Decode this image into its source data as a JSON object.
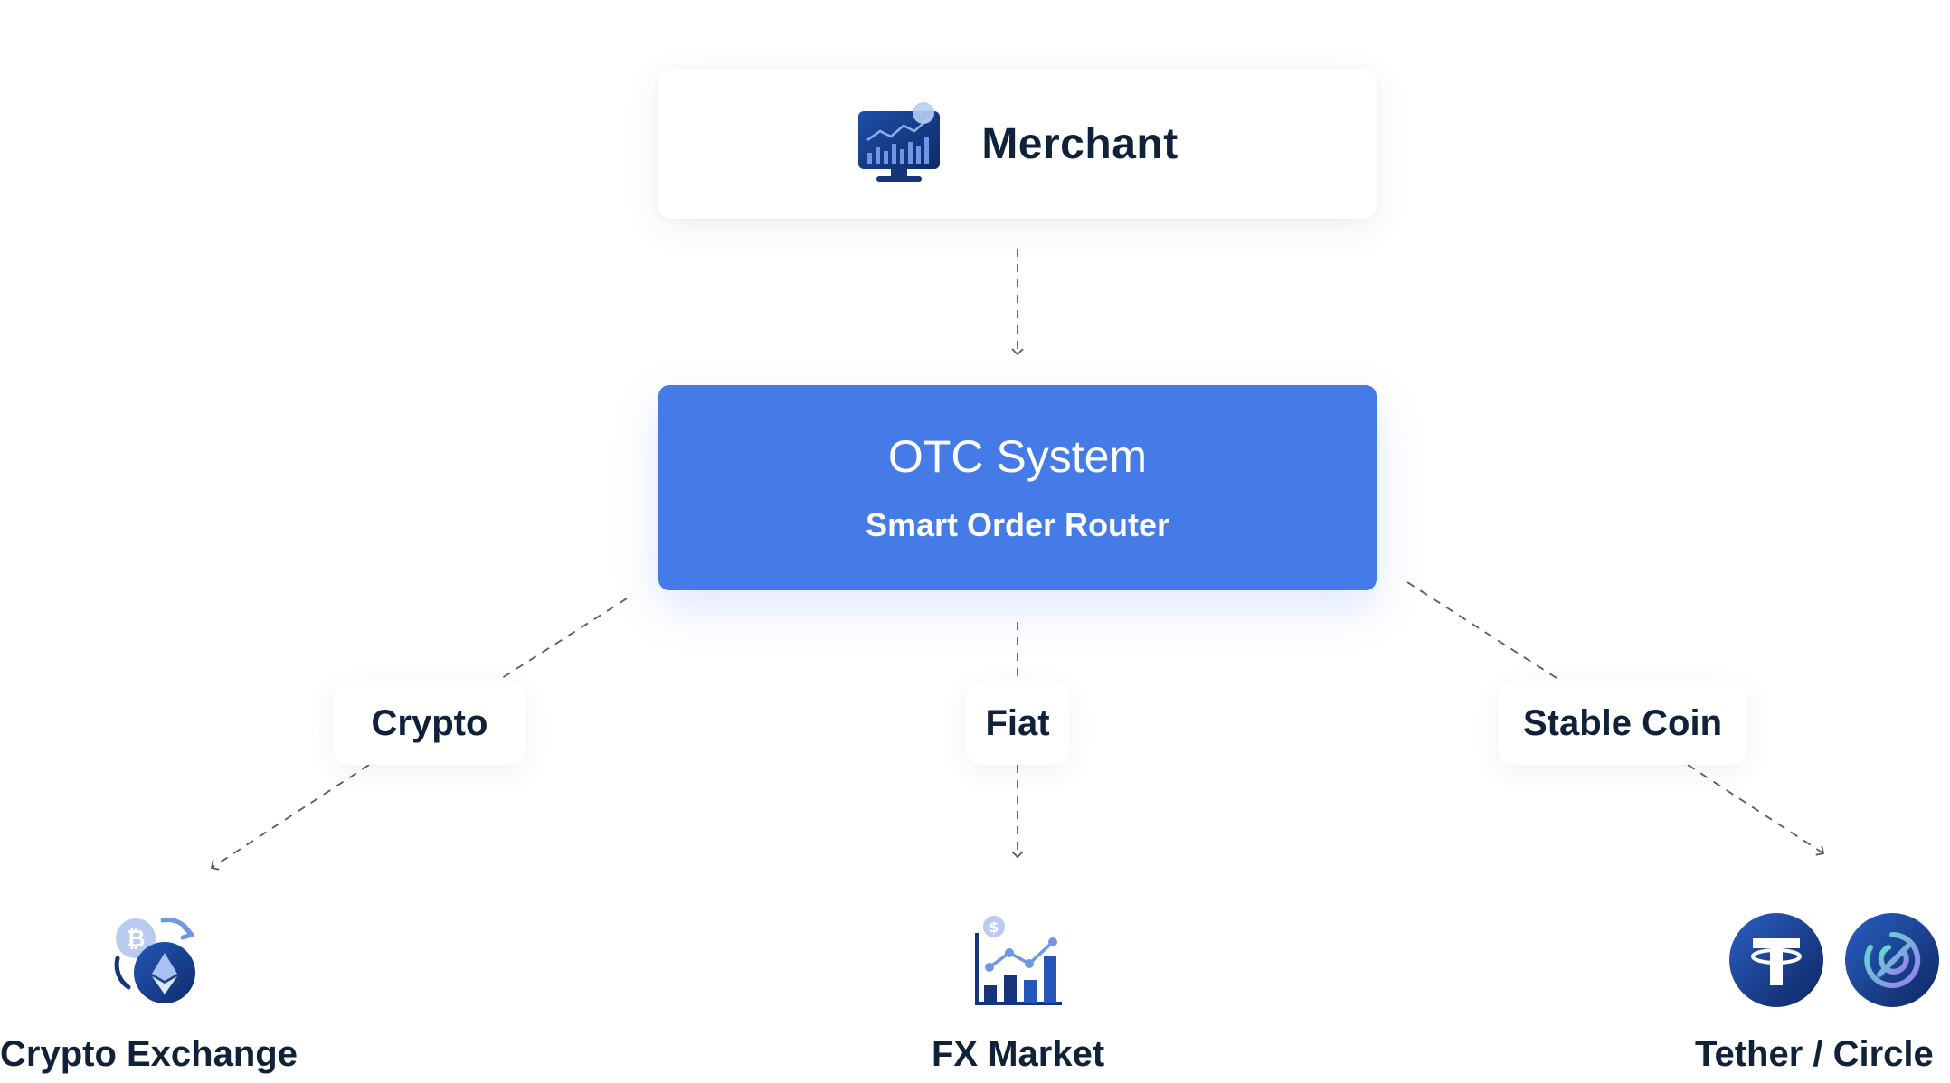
{
  "merchant": {
    "title": "Merchant",
    "icon": "monitor-chart-icon"
  },
  "otc": {
    "title": "OTC System",
    "subtitle": "Smart Order Router"
  },
  "branches": [
    {
      "label": "Crypto"
    },
    {
      "label": "Fiat"
    },
    {
      "label": "Stable Coin"
    }
  ],
  "destinations": [
    {
      "label": "Crypto Exchange",
      "icon": "crypto-exchange-icon"
    },
    {
      "label": "FX Market",
      "icon": "fx-chart-icon"
    },
    {
      "label": "Tether / Circle",
      "icons": [
        "tether-icon",
        "circle-icon"
      ]
    }
  ],
  "colors": {
    "accent": "#457be6",
    "text": "#10213a",
    "icon_dark": "#15357a",
    "icon_light": "#9bb6ec",
    "connector": "#555b66"
  }
}
